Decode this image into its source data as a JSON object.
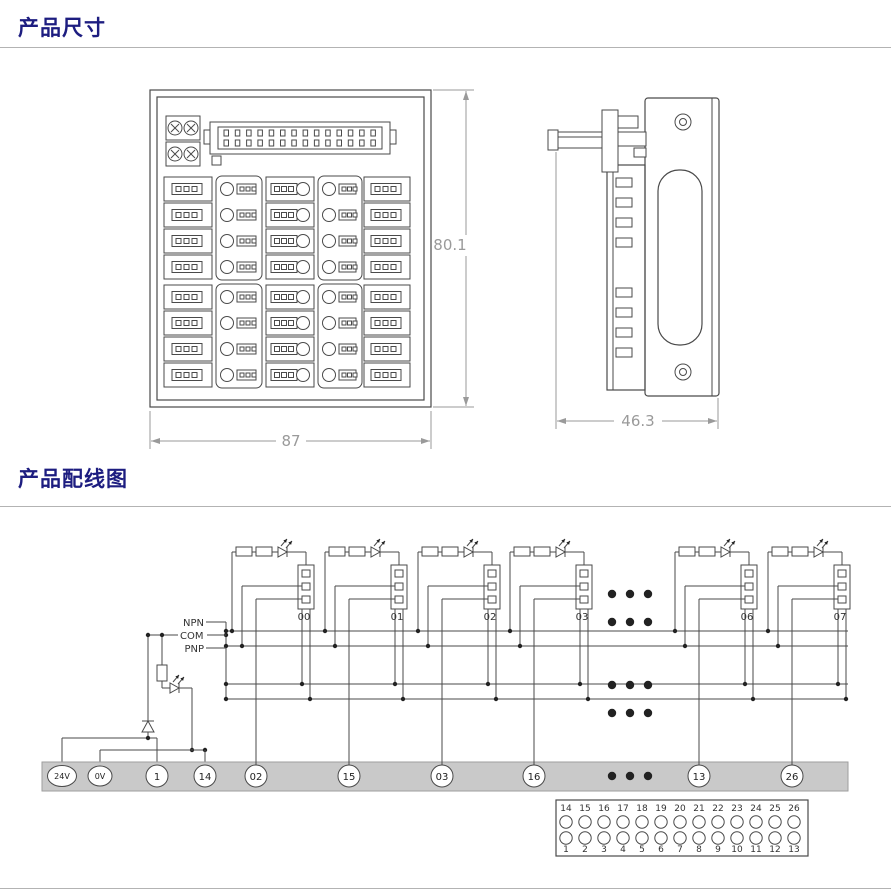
{
  "sections": {
    "dimensions_title": "产品尺寸",
    "wiring_title": "产品配线图"
  },
  "front_view": {
    "width_label": "87",
    "height_label": "80.1"
  },
  "side_view": {
    "width_label": "46.3"
  },
  "wiring": {
    "mode_labels": [
      "NPN",
      "COM",
      "PNP"
    ],
    "channels": [
      {
        "label": "00",
        "terminal": "02"
      },
      {
        "label": "01",
        "terminal": "15"
      },
      {
        "label": "02",
        "terminal": "03"
      },
      {
        "label": "03",
        "terminal": "16"
      },
      {
        "label": "06",
        "terminal": "13"
      },
      {
        "label": "07",
        "terminal": "26"
      }
    ],
    "power_terminals": [
      "24V",
      "0V"
    ],
    "fixed_terminals": [
      "1",
      "14"
    ],
    "connector_pins": {
      "top": [
        "14",
        "15",
        "16",
        "17",
        "18",
        "19",
        "20",
        "21",
        "22",
        "23",
        "24",
        "25",
        "26"
      ],
      "bottom": [
        "1",
        "2",
        "3",
        "4",
        "5",
        "6",
        "7",
        "8",
        "9",
        "10",
        "11",
        "12",
        "13"
      ]
    }
  },
  "colors": {
    "heading": "#1d1d80",
    "line": "#4a4a4a",
    "dim_text": "#9a9a9a",
    "terminal_bar": "#c9c9c9"
  }
}
